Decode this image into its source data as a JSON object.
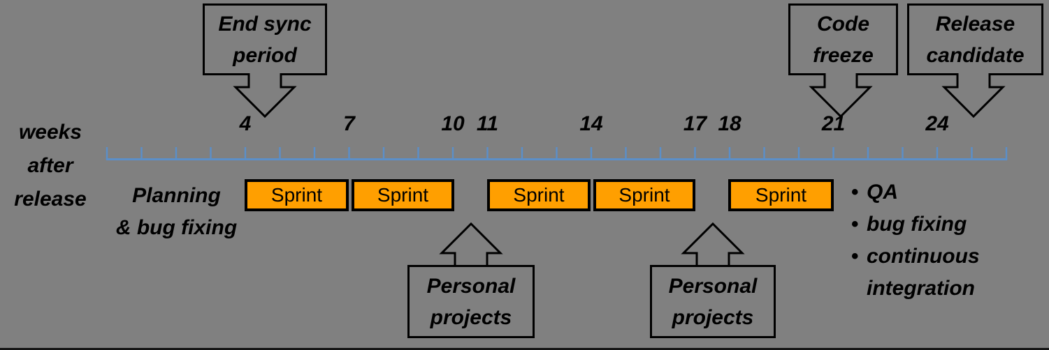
{
  "palette": {
    "background": "#808080",
    "timeline": "#5b8fc9",
    "sprint_fill": "#ff9f00",
    "outline": "#000000"
  },
  "icons": {
    "callout_arrow_down": "block-arrow-down",
    "callout_arrow_up": "block-arrow-up",
    "bullet_marker": "•"
  },
  "axis_caption": {
    "lines": [
      "weeks",
      "after",
      "release"
    ]
  },
  "timeline": {
    "unit": "weeks",
    "total_weeks": 26,
    "labeled_weeks": [
      "4",
      "7",
      "10",
      "11",
      "14",
      "17",
      "18",
      "21",
      "24"
    ]
  },
  "phase_label": {
    "lines": [
      "Planning",
      "& bug fixing"
    ]
  },
  "sprints": [
    {
      "label": "Sprint"
    },
    {
      "label": "Sprint"
    },
    {
      "label": "Sprint"
    },
    {
      "label": "Sprint"
    },
    {
      "label": "Sprint"
    }
  ],
  "callouts": {
    "end_sync": {
      "lines": [
        "End sync",
        "period"
      ],
      "points_to_week": 4.5,
      "direction": "down"
    },
    "code_freeze": {
      "lines": [
        "Code",
        "freeze"
      ],
      "points_to_week": 21,
      "direction": "down"
    },
    "release_candidate": {
      "lines": [
        "Release",
        "candidate"
      ],
      "points_to_week": 25,
      "direction": "down"
    },
    "personal_1": {
      "lines": [
        "Personal",
        "projects"
      ],
      "points_to_week": 10.5,
      "direction": "up"
    },
    "personal_2": {
      "lines": [
        "Personal",
        "projects"
      ],
      "points_to_week": 17.5,
      "direction": "up"
    }
  },
  "bullets": [
    "QA",
    "bug fixing",
    "continuous integration"
  ]
}
